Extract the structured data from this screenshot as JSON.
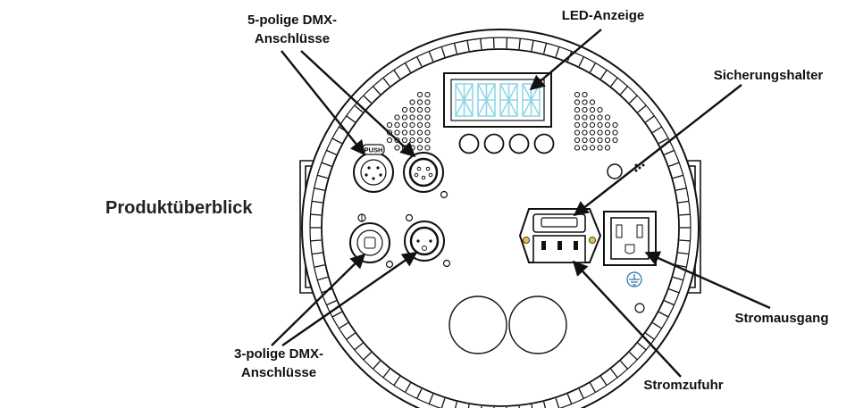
{
  "title": "Produktüberblick",
  "callouts": {
    "dmx5": {
      "line1": "5-polige DMX-",
      "line2": "Anschlüsse"
    },
    "led": "LED-Anzeige",
    "fuse": "Sicherungshalter",
    "dmx3": {
      "line1": "3-polige DMX-",
      "line2": "Anschlüsse"
    },
    "power_out": "Stromausgang",
    "power_in": "Stromzufuhr"
  },
  "connector_label": "PUSH",
  "led_display": {
    "digits": 4,
    "buttons": 4
  },
  "colors": {
    "line": "#111111",
    "display": "#8fd6e8",
    "fuse_dots": "#e8c23a"
  }
}
